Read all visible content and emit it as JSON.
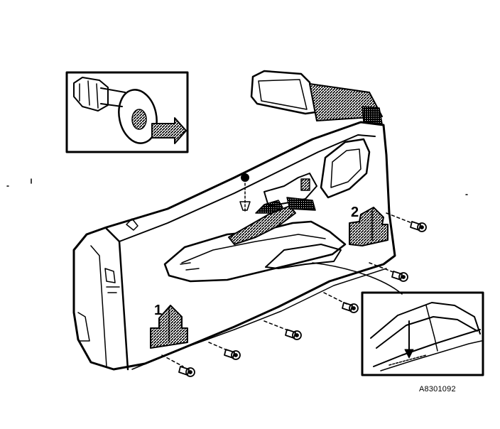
{
  "labels": {
    "step1": "1",
    "step2": "2",
    "figure_code": "A8301092"
  },
  "icons": [
    "clip-fastener-icon",
    "screw-icon",
    "lift-arrow-icon",
    "push-arrow-icon"
  ],
  "colors": {
    "ink": "#000000",
    "paper": "#ffffff"
  }
}
